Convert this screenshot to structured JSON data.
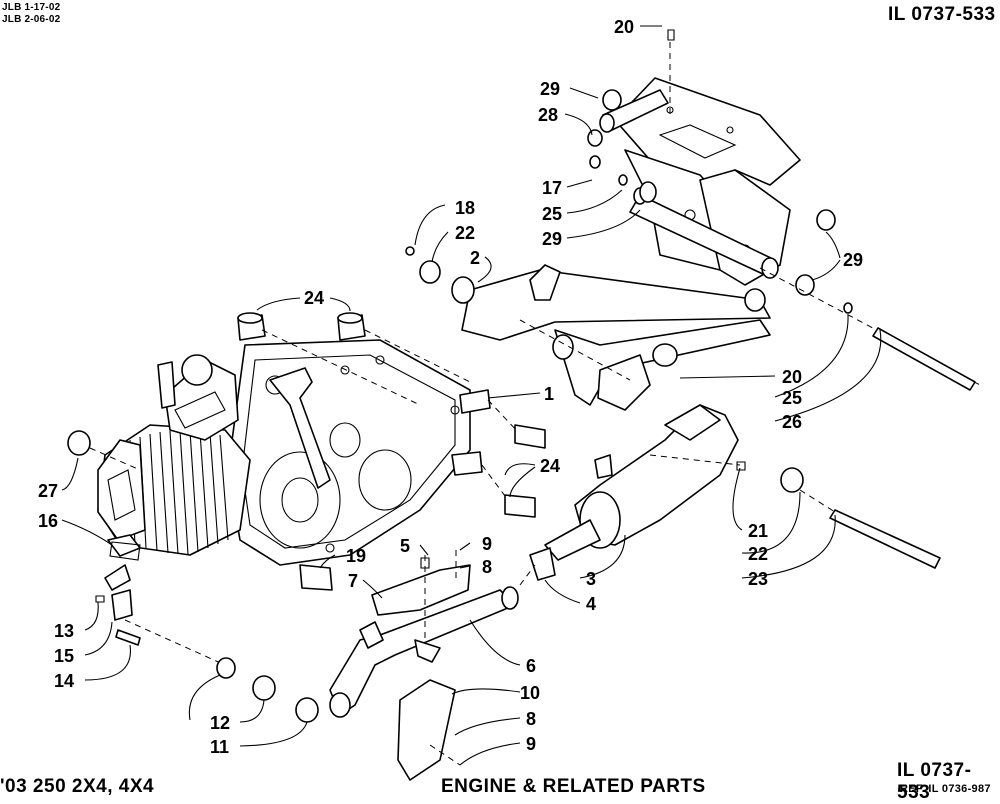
{
  "header": {
    "rev_line_1": "JLB 1-17-02",
    "rev_line_2": "JLB 2-06-02",
    "illustration_id": "IL 0737-533"
  },
  "footer": {
    "model": "'03 250 2X4, 4X4",
    "title": "ENGINE & RELATED PARTS",
    "illustration_id": "IL 0737-533",
    "reference": "REF. IL 0736-987"
  },
  "callouts": [
    {
      "id": "c20a",
      "label": "20"
    },
    {
      "id": "c29a",
      "label": "29"
    },
    {
      "id": "c28",
      "label": "28"
    },
    {
      "id": "c17",
      "label": "17"
    },
    {
      "id": "c25a",
      "label": "25"
    },
    {
      "id": "c29b",
      "label": "29"
    },
    {
      "id": "c18",
      "label": "18"
    },
    {
      "id": "c22a",
      "label": "22"
    },
    {
      "id": "c2",
      "label": "2"
    },
    {
      "id": "c29c",
      "label": "29"
    },
    {
      "id": "c24a",
      "label": "24"
    },
    {
      "id": "c1",
      "label": "1"
    },
    {
      "id": "c20b",
      "label": "20"
    },
    {
      "id": "c25b",
      "label": "25"
    },
    {
      "id": "c26",
      "label": "26"
    },
    {
      "id": "c24b",
      "label": "24"
    },
    {
      "id": "c27",
      "label": "27"
    },
    {
      "id": "c16",
      "label": "16"
    },
    {
      "id": "c19",
      "label": "19"
    },
    {
      "id": "c5",
      "label": "5"
    },
    {
      "id": "c9a",
      "label": "9"
    },
    {
      "id": "c8a",
      "label": "8"
    },
    {
      "id": "c7",
      "label": "7"
    },
    {
      "id": "c21",
      "label": "21"
    },
    {
      "id": "c22b",
      "label": "22"
    },
    {
      "id": "c23",
      "label": "23"
    },
    {
      "id": "c3",
      "label": "3"
    },
    {
      "id": "c4",
      "label": "4"
    },
    {
      "id": "c13",
      "label": "13"
    },
    {
      "id": "c15",
      "label": "15"
    },
    {
      "id": "c14",
      "label": "14"
    },
    {
      "id": "c6",
      "label": "6"
    },
    {
      "id": "c10",
      "label": "10"
    },
    {
      "id": "c8b",
      "label": "8"
    },
    {
      "id": "c9b",
      "label": "9"
    },
    {
      "id": "c12",
      "label": "12"
    },
    {
      "id": "c11",
      "label": "11"
    }
  ]
}
